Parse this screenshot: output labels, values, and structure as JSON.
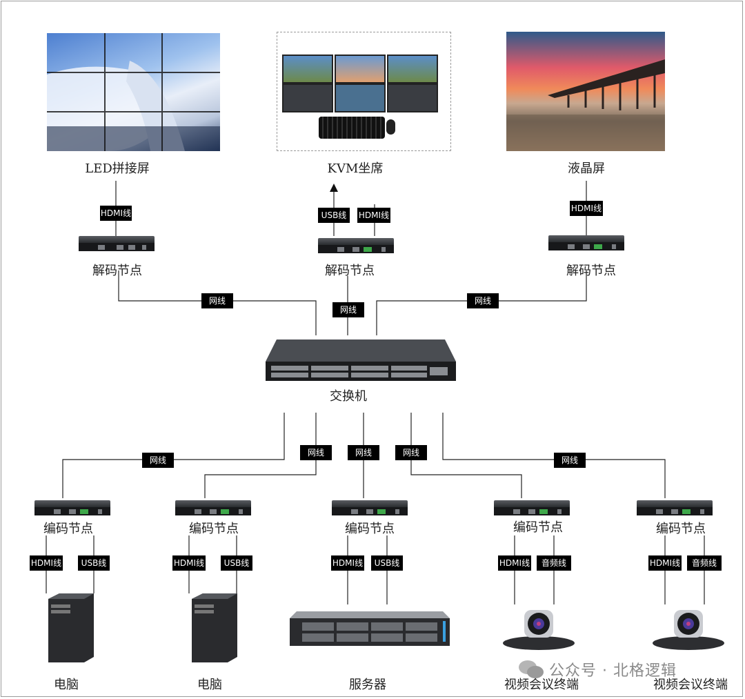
{
  "top_row": {
    "led_wall_label": "LED拼接屏",
    "kvm_label": "KVM坐席",
    "lcd_label": "液晶屏"
  },
  "cables": {
    "hdmi": "HDMI线",
    "usb": "USB线",
    "network": "网线",
    "audio": "音频线"
  },
  "node_labels": {
    "decoder": "解码节点",
    "encoder": "编码节点"
  },
  "switch_label": "交换机",
  "bottom_row": {
    "pc1": "电脑",
    "pc2": "电脑",
    "server": "服务器",
    "vc1": "视频会议终端",
    "vc2": "视频会议终端"
  },
  "watermark": "公众号 · 北格逻辑",
  "colors": {
    "tag_bg": "#000000",
    "line": "#222222",
    "port_green": "#3ea84a"
  }
}
